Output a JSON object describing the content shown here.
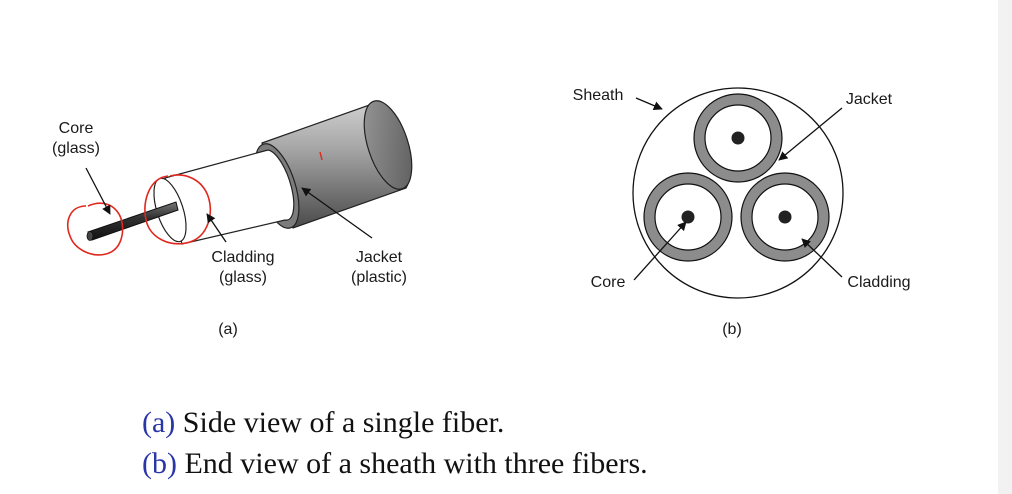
{
  "diagram_a": {
    "label_core_line1": "Core",
    "label_core_line2": "(glass)",
    "label_cladding_line1": "Cladding",
    "label_cladding_line2": "(glass)",
    "label_jacket_line1": "Jacket",
    "label_jacket_line2": "(plastic)",
    "panel_label": "(a)"
  },
  "diagram_b": {
    "label_sheath": "Sheath",
    "label_jacket": "Jacket",
    "label_core": "Core",
    "label_cladding": "Cladding",
    "panel_label": "(b)"
  },
  "caption": {
    "line_a_tag": "(a)",
    "line_a_text": " Side view of a single fiber.",
    "line_b_tag": "(b)",
    "line_b_text": " End view of a sheath with three fibers."
  },
  "colors": {
    "caption_tag": "#2a36a8",
    "annotation_red": "#e0281e",
    "jacket_gray": "#8c8c8c"
  }
}
